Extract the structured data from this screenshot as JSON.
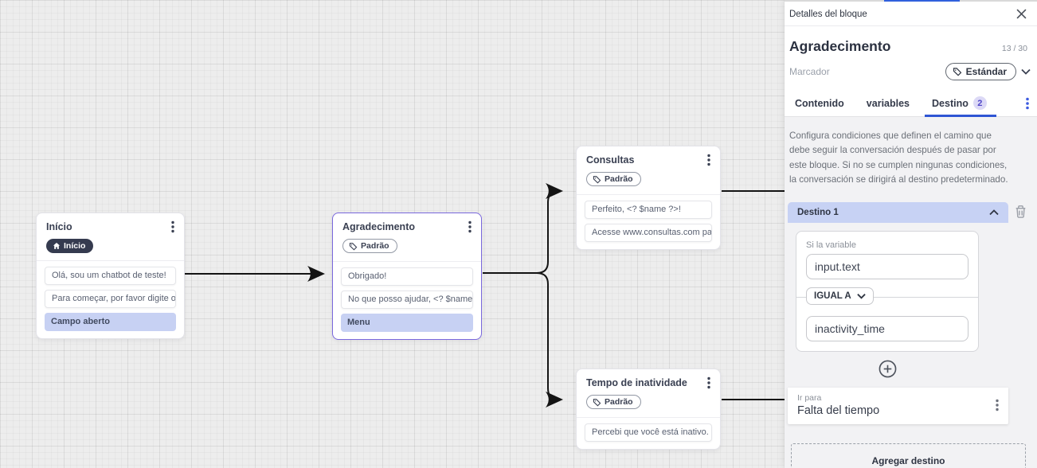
{
  "canvas": {
    "nodes": [
      {
        "title": "Início",
        "badge": "Início",
        "messages": [
          "Olá, sou um chatbot de teste!",
          "Para começar, por favor digite o ..."
        ],
        "action": "Campo aberto",
        "selected": false
      },
      {
        "title": "Agradecimento",
        "badge": "Padrão",
        "messages": [
          "Obrigado!",
          "No que posso ajudar, <? $name ..."
        ],
        "action": "Menu",
        "selected": true
      },
      {
        "title": "Consultas",
        "badge": "Padrão",
        "messages": [
          "Perfeito, <? $name ?>!",
          "Acesse www.consultas.com par..."
        ],
        "action": null,
        "selected": false
      },
      {
        "title": "Tempo de inatividade",
        "badge": "Padrão",
        "messages": [
          "Percebi que você está inativo. C..."
        ],
        "action": null,
        "selected": false
      }
    ],
    "edges": [
      {
        "from": "Início",
        "to": "Agradecimento"
      },
      {
        "from": "Agradecimento",
        "to": "Consultas"
      },
      {
        "from": "Agradecimento",
        "to": "Tempo de inatividade"
      },
      {
        "from": "Consultas",
        "to": "offscreen-right"
      },
      {
        "from": "Tempo de inatividade",
        "to": "offscreen-right"
      }
    ]
  },
  "panel": {
    "header": {
      "title": "Detalles del bloque"
    },
    "block": {
      "name": "Agradecimento",
      "counter": "13 / 30"
    },
    "marcador": {
      "label": "Marcador",
      "value": "Estándar"
    },
    "tabs": [
      {
        "label": "Contenido"
      },
      {
        "label": "variables"
      },
      {
        "label": "Destino",
        "badge": "2"
      }
    ],
    "description": "Configura condiciones que definen el camino que debe seguir la conversación después de pasar por este bloque. Si no se cumplen ningunas condiciones, la conversación se dirigirá al destino predeterminado.",
    "destination": {
      "title": "Destino 1",
      "condition": {
        "label": "Si la variable",
        "variable": "input.text",
        "operator": "IGUAL A",
        "value": "inactivity_time"
      },
      "go_to": {
        "label": "Ir para",
        "value": "Falta del tiempo"
      }
    },
    "add_button": "Agregar destino"
  },
  "colors": {
    "accent_purple": "#7a68dd",
    "periwinkle": "#c7d2f4",
    "tab_active_blue": "#2f55d4",
    "badge_dark": "#353b4f",
    "tab_badge_text": "#5147c8",
    "edge_black": "#141414"
  }
}
